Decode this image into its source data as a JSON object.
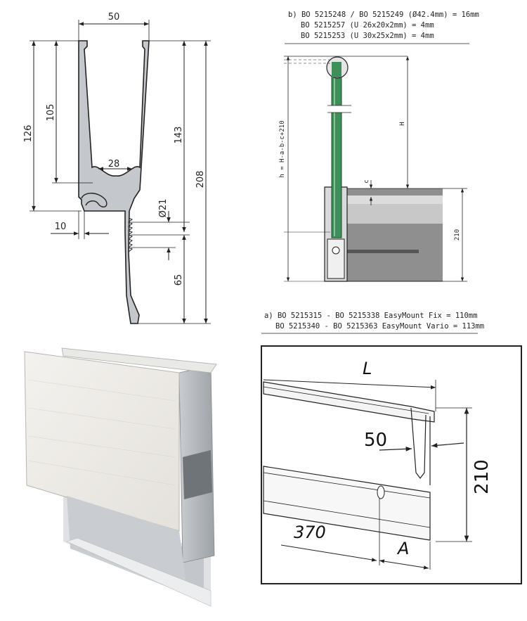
{
  "profile_section": {
    "dims": {
      "top_width": "50",
      "inner_width": "28",
      "h_126": "126",
      "h_105": "105",
      "h_143": "143",
      "h_208": "208",
      "h_65": "65",
      "dia_21": "Ø21",
      "w_10": "10"
    }
  },
  "installation": {
    "note_b": [
      "b) BO 5215248 / BO 5215249 (Ø42.4mm) = 16mm",
      "BO 5215257 (U 26x20x2mm) = 4mm",
      "BO 5215253 (U 30x25x2mm) = 4mm"
    ],
    "note_a": [
      "a) BO 5215315 - BO 5215338 EasyMount Fix = 110mm",
      "BO 5215340 - BO 5215363 EasyMount Vario = 113mm"
    ],
    "formula": "h = H-a-b-c+210",
    "label_H": "H",
    "label_c": "c",
    "label_210": "210"
  },
  "length_drawing": {
    "label_L": "L",
    "label_50": "50",
    "label_210": "210",
    "label_370": "370",
    "label_A": "A"
  },
  "colors": {
    "line": "#222222",
    "glass": "#3f8f5a",
    "concrete": "#8a8a8a",
    "profile_fill": "#b8bcc0"
  }
}
